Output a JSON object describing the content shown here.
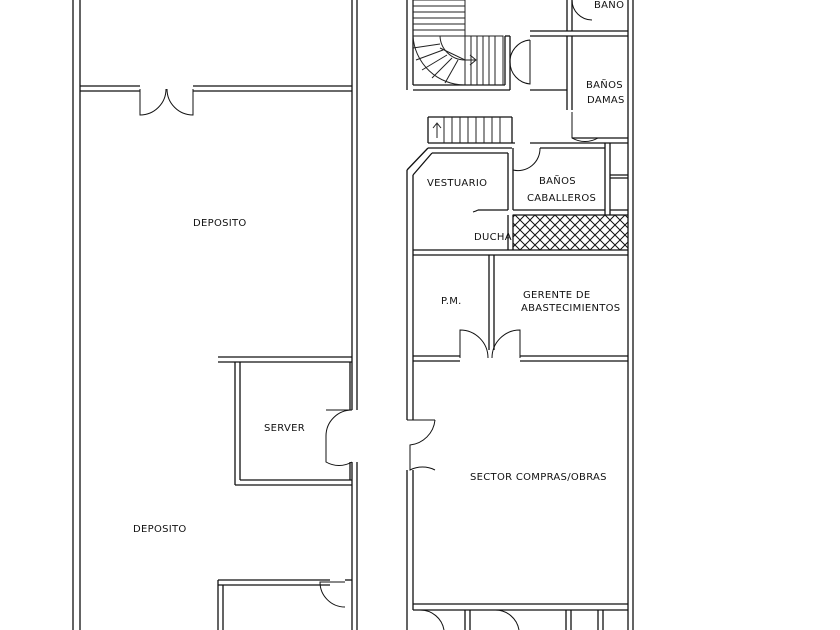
{
  "rooms": {
    "bano": "BAÑO",
    "banos_damas_1": "BAÑOS",
    "banos_damas_2": "DAMAS",
    "vestuario": "VESTUARIO",
    "banos_caballeros_1": "BAÑOS",
    "banos_caballeros_2": "CABALLEROS",
    "ducha": "DUCHA",
    "deposito_top": "DEPOSITO",
    "pm": "P.M.",
    "gerente_1": "GERENTE  DE",
    "gerente_2": "ABASTECIMIENTOS",
    "server": "SERVER",
    "sector_compras": "SECTOR  COMPRAS/OBRAS",
    "deposito_bottom": "DEPOSITO"
  }
}
